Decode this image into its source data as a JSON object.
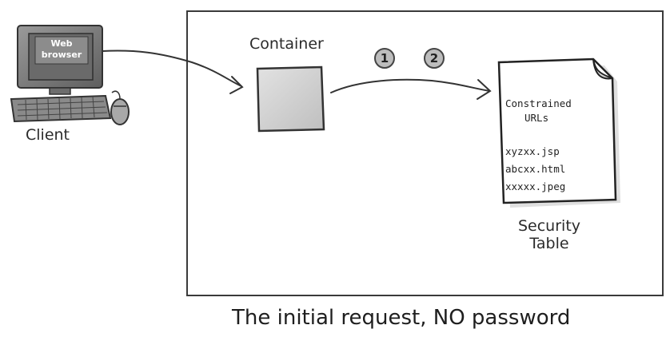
{
  "client": {
    "screen_lines": [
      "Web",
      "browser"
    ],
    "label": "Client"
  },
  "container": {
    "label": "Container"
  },
  "steps": [
    "1",
    "2"
  ],
  "security_doc": {
    "heading_lines": [
      "Constrained",
      "URLs"
    ],
    "urls": [
      "xyzxx.jsp",
      "abcxx.html",
      "xxxxx.jpeg"
    ],
    "label_lines": [
      "Security",
      "Table"
    ]
  },
  "caption": "The initial request, NO password"
}
